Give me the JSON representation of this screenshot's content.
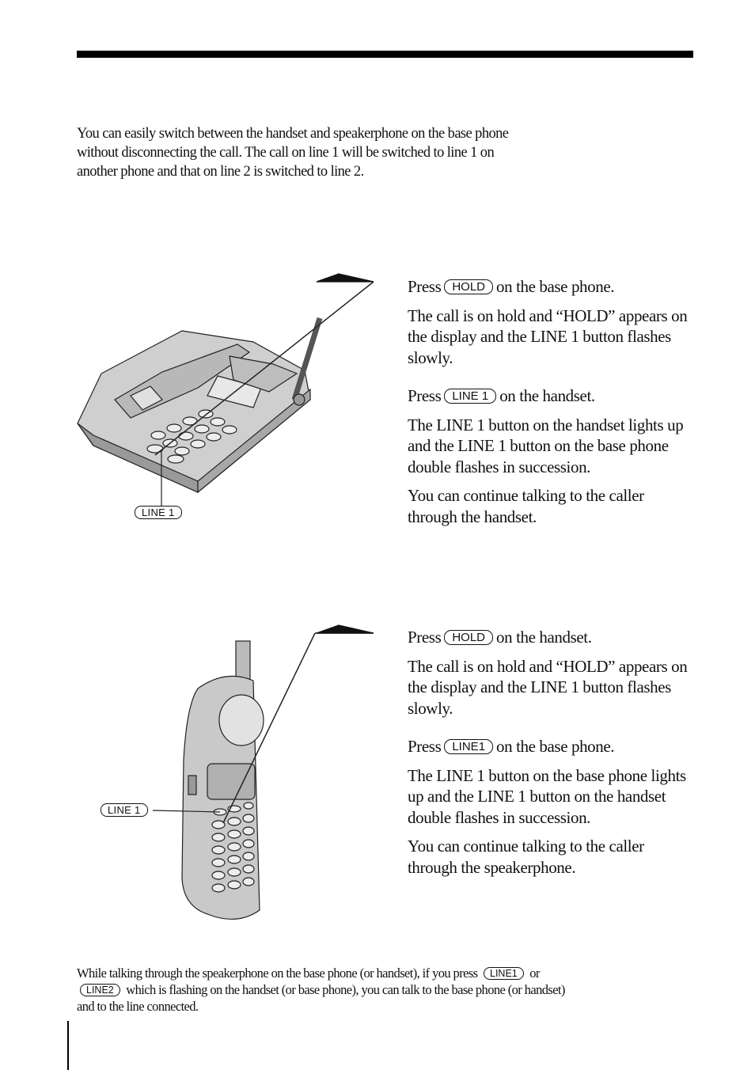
{
  "intro": "You can easily switch between the handset and speakerphone on the base phone without disconnecting the call. The call on line 1 will be switched to line 1 on another phone and that on line 2 is switched to line 2.",
  "section1": {
    "step1_pre": "Press",
    "step1_key": "HOLD",
    "step1_post": "on the base phone.",
    "step1_result": "The call is on hold and “HOLD” appears on the display and the LINE 1 button flashes slowly.",
    "step2_pre": "Press",
    "step2_key": "LINE 1",
    "step2_post": "on the handset.",
    "step2_result": "The LINE 1 button on the handset lights up and the LINE 1 button on the base phone double flashes in succession.",
    "step2_result2": "You can continue talking to the caller through the handset.",
    "callout": "LINE 1"
  },
  "section2": {
    "step1_pre": "Press",
    "step1_key": "HOLD",
    "step1_post": "on the handset.",
    "step1_result": "The call is on hold and “HOLD” appears on the display and the LINE 1 button flashes slowly.",
    "step2_pre": "Press",
    "step2_key": "LINE1",
    "step2_post": "on the base phone.",
    "step2_result": "The LINE 1 button on the base phone lights up and the LINE 1 button on the handset double flashes in succession.",
    "step2_result2": "You can continue talking to the caller through the speakerphone.",
    "callout": "LINE 1"
  },
  "note": {
    "part1": "While talking through the speakerphone on the base phone (or handset), if you press",
    "key1": "LINE1",
    "mid": "or",
    "key2": "LINE2",
    "part2": "which is flashing on the handset (or base phone), you can talk to the base phone (or handset) and to the line connected."
  }
}
